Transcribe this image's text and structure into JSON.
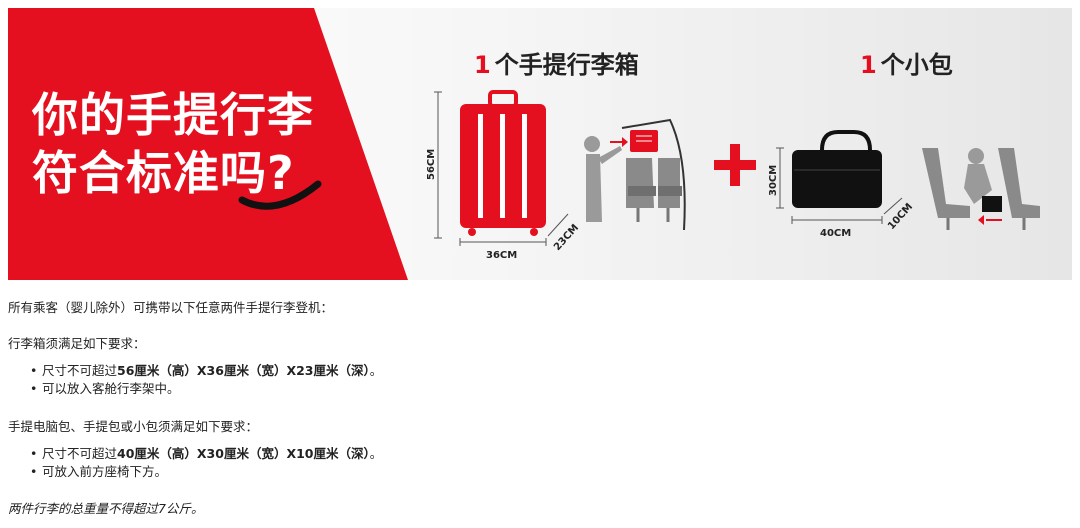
{
  "banner": {
    "headline_line1": "你的手提行李",
    "headline_line2": "符合标准吗?",
    "suitcase_num": "1",
    "suitcase_text": "个手提行李箱",
    "bag_num": "1",
    "bag_text": "个小包",
    "plus_symbol": "+",
    "suitcase_height": "56CM",
    "suitcase_width": "36CM",
    "suitcase_depth": "23CM",
    "bag_height": "30CM",
    "bag_width": "40CM",
    "bag_depth": "10CM",
    "accent_color": "#e4101f"
  },
  "info": {
    "intro": "所有乘客（婴儿除外）可携带以下任意两件手提行李登机：",
    "suitcase_heading": "行李箱须满足如下要求：",
    "suitcase_rules": [
      {
        "prefix": "尺寸不可超过",
        "bold": "56厘米（高）X36厘米（宽）X23厘米（深）",
        "suffix": "。"
      },
      {
        "prefix": "可以放入客舱行李架中。",
        "bold": "",
        "suffix": ""
      }
    ],
    "bag_heading": "手提电脑包、手提包或小包须满足如下要求：",
    "bag_rules": [
      {
        "prefix": "尺寸不可超过",
        "bold": "40厘米（高）X30厘米（宽）X10厘米（深）",
        "suffix": "。"
      },
      {
        "prefix": "可放入前方座椅下方。",
        "bold": "",
        "suffix": ""
      }
    ],
    "weight_note": "两件行李的总重量不得超过7公斤。"
  }
}
